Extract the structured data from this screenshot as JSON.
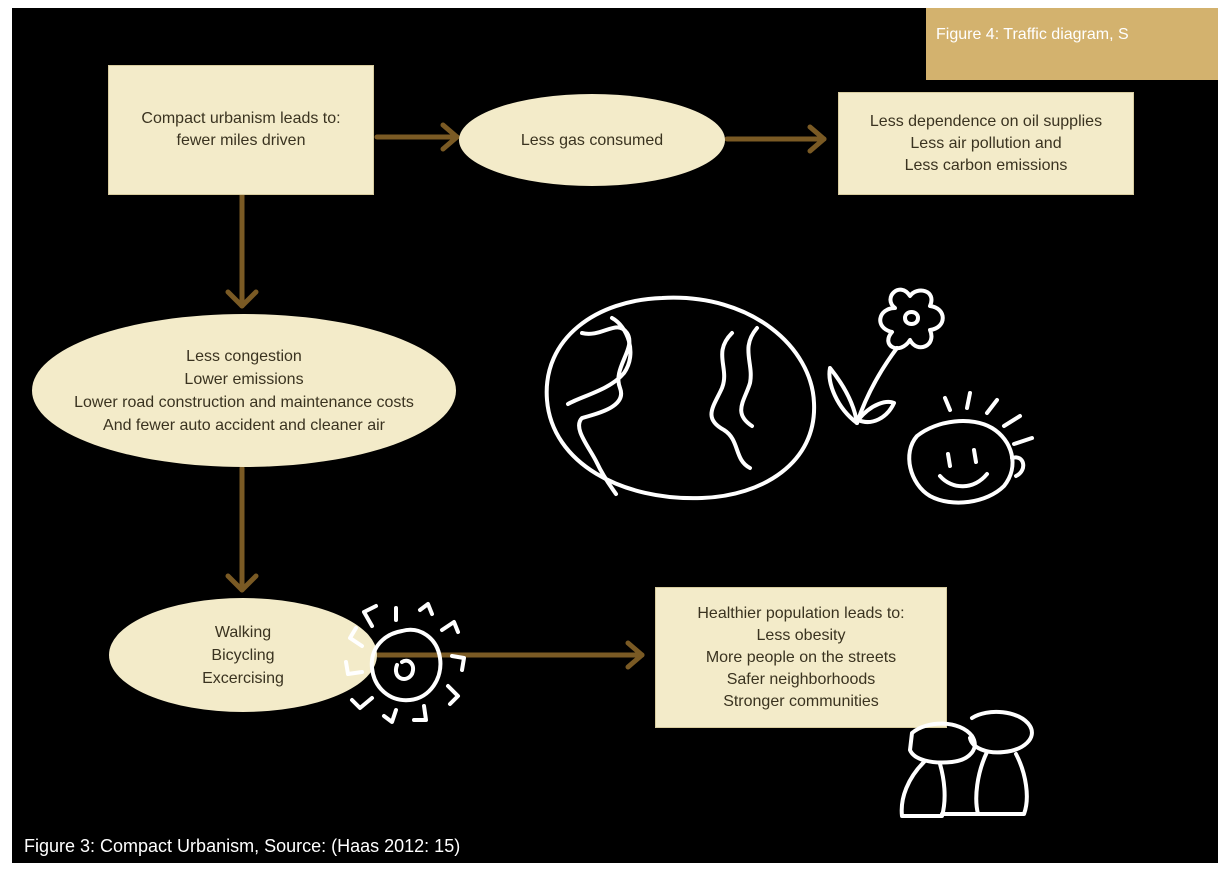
{
  "figure_tab": {
    "text": "Figure 4: Traffic diagram, S"
  },
  "nodes": {
    "compact": {
      "lines": [
        "Compact urbanism leads to:",
        "fewer miles driven"
      ]
    },
    "gas": {
      "lines": [
        "Less gas consumed"
      ]
    },
    "oil": {
      "lines": [
        "Less dependence on oil supplies",
        "Less air pollution and",
        "Less carbon emissions"
      ]
    },
    "congestion": {
      "lines": [
        "Less congestion",
        "Lower emissions",
        "Lower road construction and maintenance costs",
        "And fewer auto accident and cleaner air"
      ]
    },
    "walking": {
      "lines": [
        "Walking",
        "Bicycling",
        "Excercising"
      ]
    },
    "healthier": {
      "lines": [
        "Healthier population leads to:",
        "Less obesity",
        "More people on the streets",
        "Safer neighborhoods",
        "Stronger communities"
      ]
    }
  },
  "caption": {
    "text": "Figure 3: Compact Urbanism, Source: (Haas 2012: 15)"
  },
  "colors": {
    "background": "#000000",
    "node_fill": "#f3ebc9",
    "arrow": "#7a5a24",
    "tab": "#d3b26e",
    "sketch": "#ffffff"
  },
  "icons": [
    "globe-icon",
    "flower-icon",
    "smiley-face-icon",
    "sun-icon",
    "people-icon"
  ]
}
